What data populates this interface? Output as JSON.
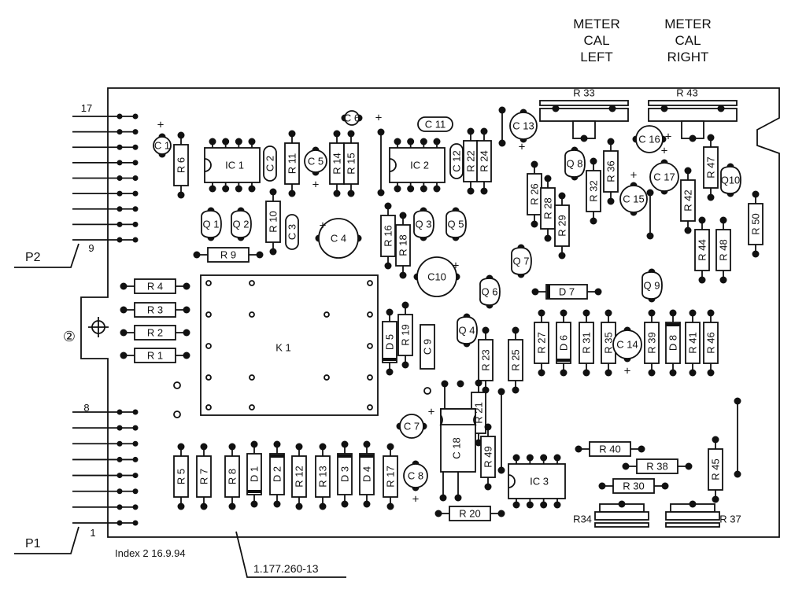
{
  "header": {
    "meter_left": [
      "METER",
      "CAL",
      "LEFT"
    ],
    "meter_right": [
      "METER",
      "CAL",
      "RIGHT"
    ]
  },
  "connectors": {
    "p2_label": "P2",
    "p2_top_pin": "17",
    "p2_bottom_pin": "9",
    "p1_label": "P1",
    "p1_top_pin": "8",
    "p1_bottom_pin": "1",
    "mount_label": "②"
  },
  "footer": {
    "index": "Index 2  16.9.94",
    "part_number": "1.177.260-13"
  },
  "components": {
    "R1": "R 1",
    "R2": "R 2",
    "R3": "R 3",
    "R4": "R 4",
    "R5": "R 5",
    "R6": "R 6",
    "R7": "R 7",
    "R8": "R 8",
    "R9": "R 9",
    "R10": "R 10",
    "R11": "R 11",
    "R12": "R 12",
    "R13": "R 13",
    "R14": "R 14",
    "R15": "R 15",
    "R16": "R 16",
    "R17": "R 17",
    "R18": "R 18",
    "R19": "R 19",
    "R20": "R 20",
    "R21": "R 21",
    "R22": "R 22",
    "R23": "R 23",
    "R24": "R 24",
    "R25": "R 25",
    "R26": "R 26",
    "R27": "R 27",
    "R28": "R 28",
    "R29": "R 29",
    "R30": "R 30",
    "R31": "R 31",
    "R32": "R 32",
    "R33": "R 33",
    "R34": "R34",
    "R35": "R 35",
    "R36": "R 36",
    "R37": "R 37",
    "R38": "R 38",
    "R39": "R 39",
    "R40": "R 40",
    "R41": "R 41",
    "R42": "R 42",
    "R43": "R 43",
    "R44": "R 44",
    "R45": "R 45",
    "R46": "R 46",
    "R47": "R 47",
    "R48": "R 48",
    "R49": "R 49",
    "R50": "R 50",
    "C1": "C 1",
    "C2": "C 2",
    "C3": "C 3",
    "C4": "C 4",
    "C5": "C 5",
    "C6": "C 6",
    "C7": "C 7",
    "C8": "C 8",
    "C9": "C 9",
    "C10": "C10",
    "C11": "C 11",
    "C12": "C 12",
    "C13": "C 13",
    "C14": "C 14",
    "C15": "C 15",
    "C16": "C 16",
    "C17": "C 17",
    "C18": "C 18",
    "D1": "D 1",
    "D2": "D 2",
    "D3": "D 3",
    "D4": "D 4",
    "D5": "D 5",
    "D6": "D 6",
    "D7": "D 7",
    "D8": "D 8",
    "Q1": "Q 1",
    "Q2": "Q 2",
    "Q3": "Q 3",
    "Q4": "Q 4",
    "Q5": "Q 5",
    "Q6": "Q 6",
    "Q7": "Q 7",
    "Q8": "Q 8",
    "Q9": "Q 9",
    "Q10": "Q10",
    "IC1": "IC 1",
    "IC2": "IC 2",
    "IC3": "IC 3",
    "K1": "K 1"
  }
}
